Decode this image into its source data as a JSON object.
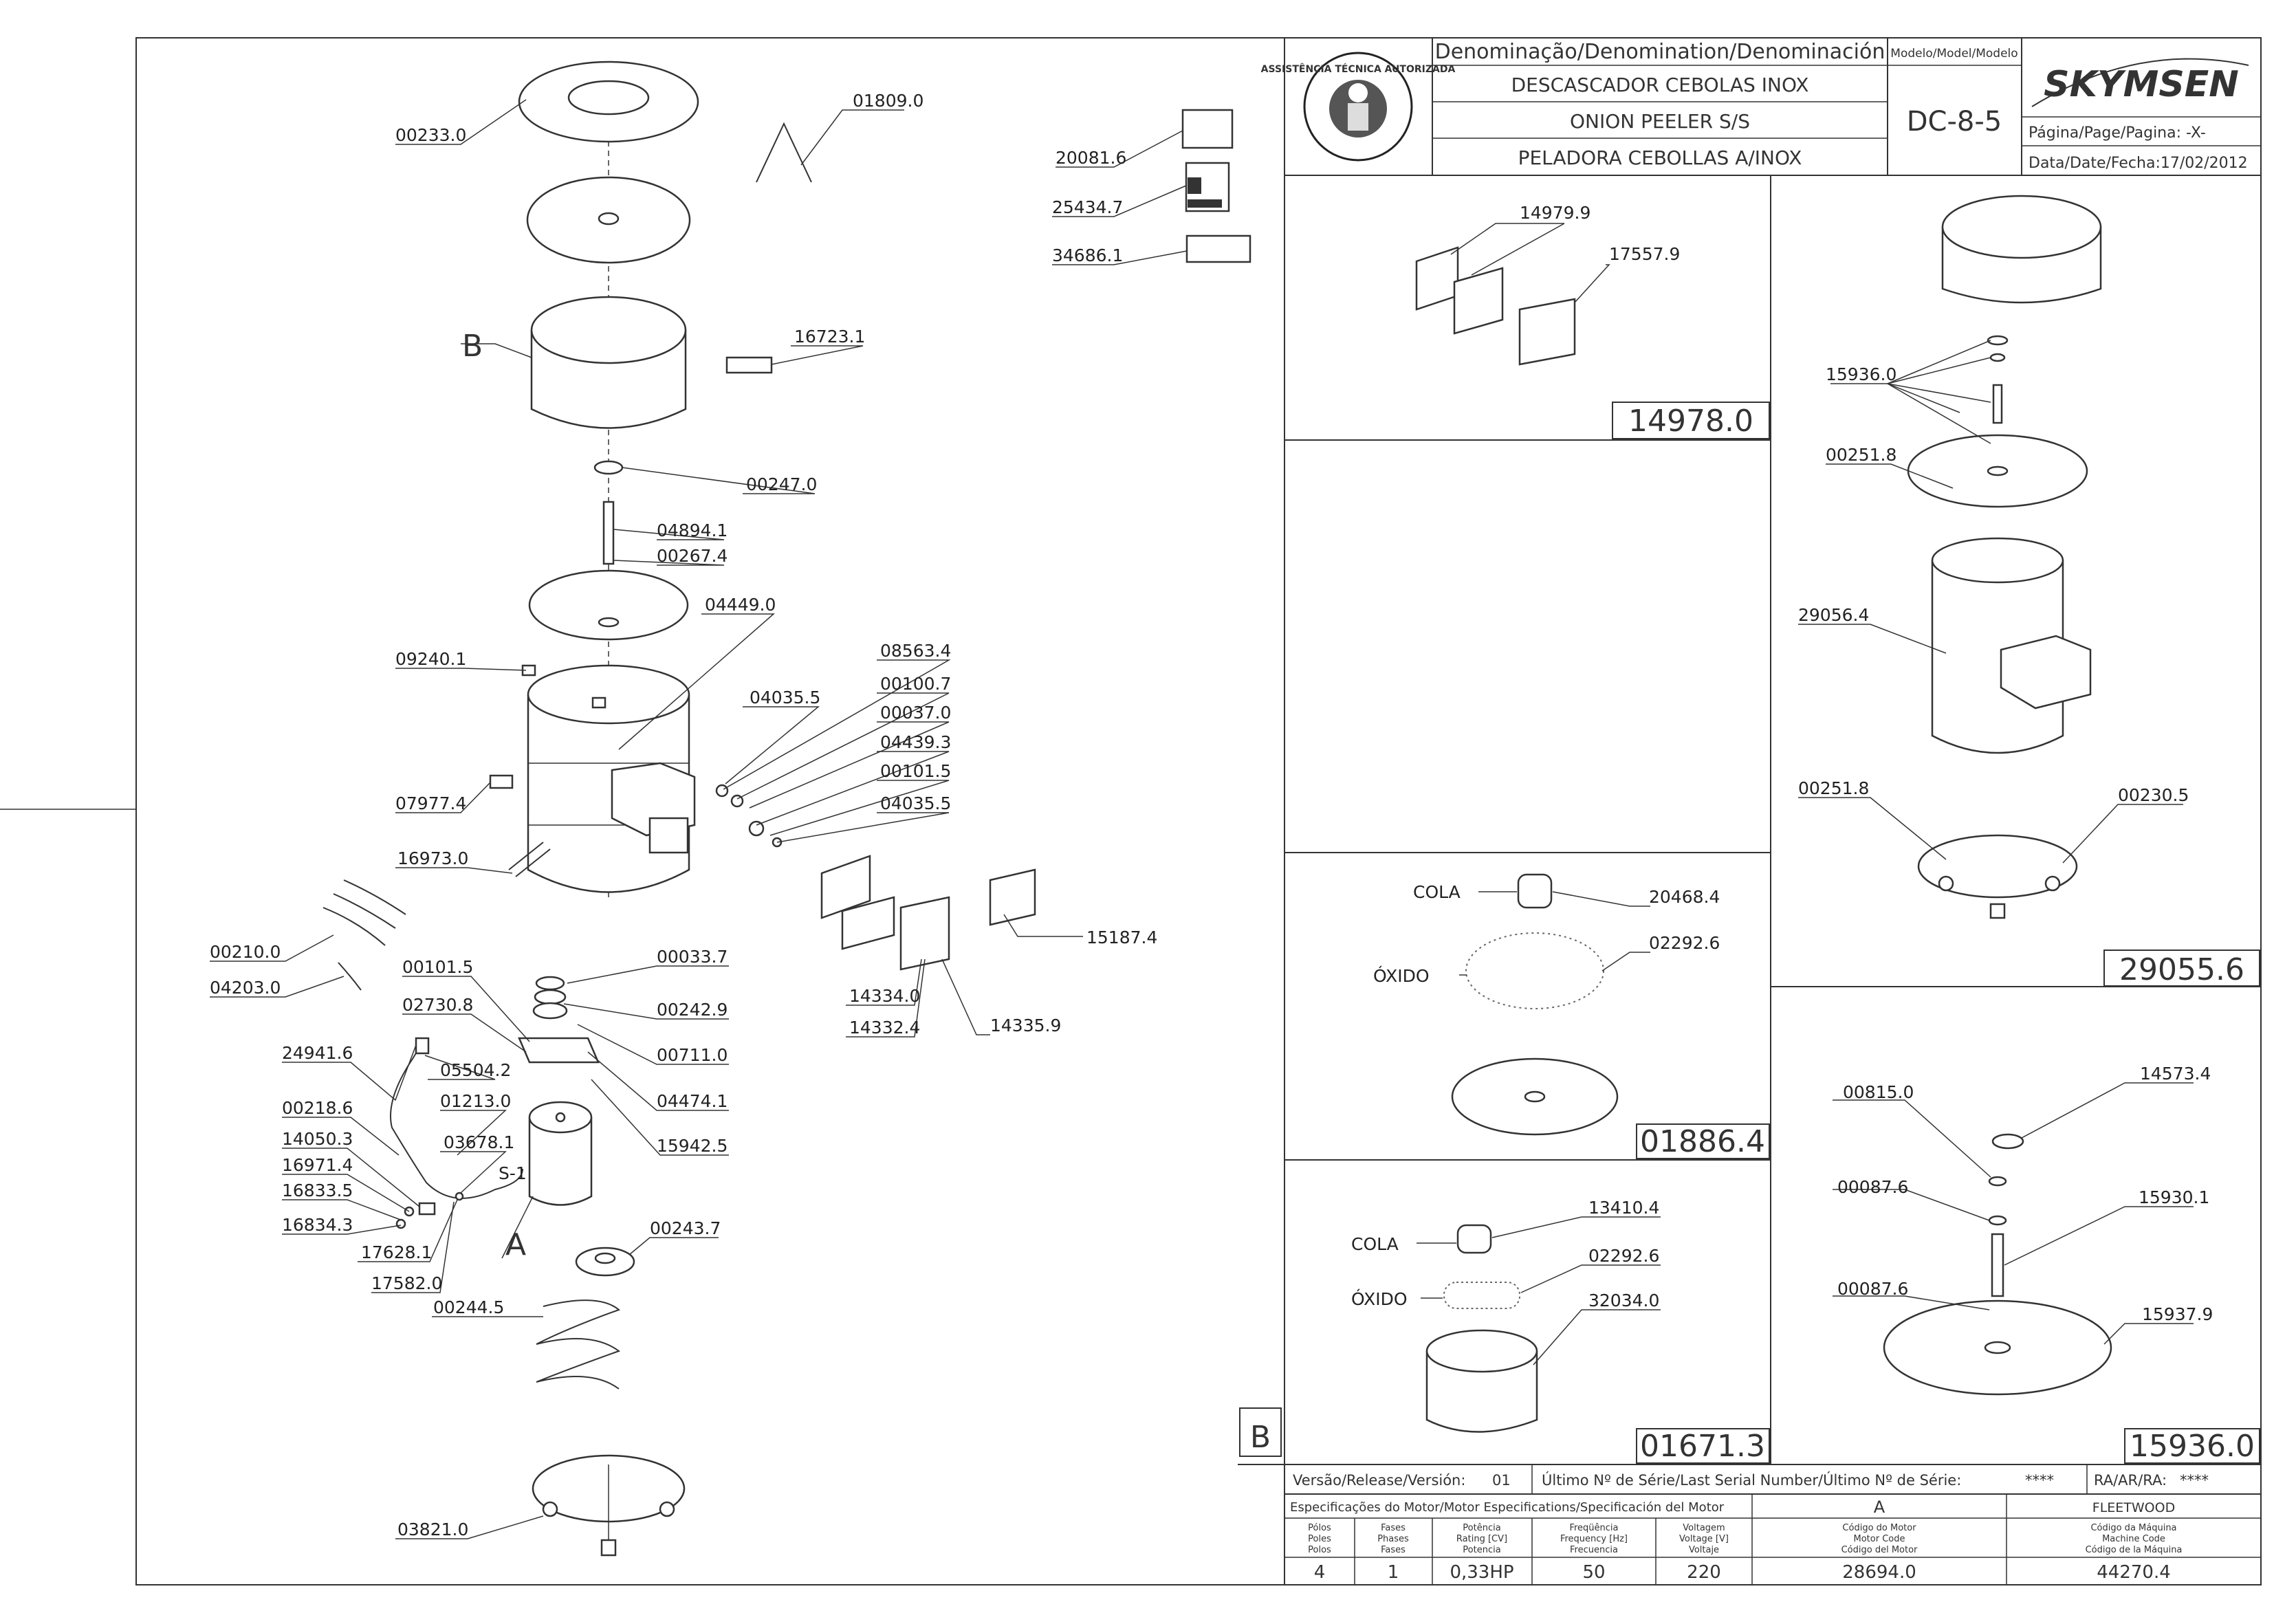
{
  "title_block": {
    "denomination_header": "Denominação/Denomination/Denominación",
    "names": [
      "DESCASCADOR CEBOLAS INOX",
      "ONION PEELER S/S",
      "PELADORA CEBOLLAS A/INOX"
    ],
    "model_header": "Modelo/Model/Modelo",
    "model": "DC-8-5",
    "brand": "SKYMSEN",
    "page_label": "Página/Page/Pagina: -X-",
    "date_label": "Data/Date/Fecha:17/02/2012",
    "seal_text": "ASSISTÊNCIA TÉCNICA AUTORIZADA"
  },
  "main_parts": [
    {
      "code": "00233.0"
    },
    {
      "code": "01809.0"
    },
    {
      "code": "20081.6"
    },
    {
      "code": "25434.7"
    },
    {
      "code": "34686.1"
    },
    {
      "code": "16723.1"
    },
    {
      "code": "00247.0"
    },
    {
      "code": "04894.1"
    },
    {
      "code": "00267.4"
    },
    {
      "code": "04449.0"
    },
    {
      "code": "09240.1"
    },
    {
      "code": "08563.4"
    },
    {
      "code": "04035.5"
    },
    {
      "code": "00100.7"
    },
    {
      "code": "00037.0"
    },
    {
      "code": "04439.3"
    },
    {
      "code": "00101.5"
    },
    {
      "code": "04035.5"
    },
    {
      "code": "07977.4"
    },
    {
      "code": "16973.0"
    },
    {
      "code": "15187.4"
    },
    {
      "code": "00210.0"
    },
    {
      "code": "04203.0"
    },
    {
      "code": "00033.7"
    },
    {
      "code": "00101.5"
    },
    {
      "code": "00242.9"
    },
    {
      "code": "02730.8"
    },
    {
      "code": "00711.0"
    },
    {
      "code": "14334.0"
    },
    {
      "code": "14332.4"
    },
    {
      "code": "14335.9"
    },
    {
      "code": "24941.6"
    },
    {
      "code": "05504.2"
    },
    {
      "code": "04474.1"
    },
    {
      "code": "01213.0"
    },
    {
      "code": "00218.6"
    },
    {
      "code": "03678.1"
    },
    {
      "code": "15942.5"
    },
    {
      "code": "14050.3"
    },
    {
      "code": "16971.4"
    },
    {
      "code": "16833.5"
    },
    {
      "code": "16834.3"
    },
    {
      "code": "17628.1"
    },
    {
      "code": "17582.0"
    },
    {
      "code": "00243.7"
    },
    {
      "code": "00244.5"
    },
    {
      "code": "03821.0"
    }
  ],
  "letters": {
    "b_main": "B",
    "a_main": "A",
    "s1": "S-1",
    "b_box": "B"
  },
  "sub_14978": {
    "title": "14978.0",
    "parts": [
      "14979.9",
      "17557.9"
    ]
  },
  "sub_29055": {
    "title": "29055.6",
    "parts": [
      "15936.0",
      "00251.8",
      "29056.4",
      "00251.8",
      "00230.5"
    ]
  },
  "sub_01886": {
    "title": "01886.4",
    "cola": "COLA",
    "oxido": "ÓXIDO",
    "parts": [
      "20468.4",
      "02292.6"
    ]
  },
  "sub_01671": {
    "title": "01671.3",
    "cola": "COLA",
    "oxido": "ÓXIDO",
    "parts": [
      "13410.4",
      "02292.6",
      "32034.0"
    ]
  },
  "sub_15936": {
    "title": "15936.0",
    "parts": [
      "00815.0",
      "14573.4",
      "00087.6",
      "15930.1",
      "00087.6",
      "15937.9"
    ]
  },
  "bottom_block": {
    "version_label": "Versão/Release/Versión:",
    "version_value": "01",
    "serial_label": "Último Nº de Série/Last Serial Number/Último Nº de Série:",
    "serial_value": "****",
    "ra_label": "RA/AR/RA:",
    "ra_value": "****",
    "motor_spec_label": "Especificações do Motor/Motor Especifications/Specificación del Motor",
    "motor_letter": "A",
    "manufacturer": "FLEETWOOD",
    "headers": [
      [
        "Pólos",
        "Poles",
        "Polos"
      ],
      [
        "Fases",
        "Phases",
        "Fases"
      ],
      [
        "Potência",
        "Rating [CV]",
        "Potencia"
      ],
      [
        "Freqüência",
        "Frequency [Hz]",
        "Frecuencia"
      ],
      [
        "Voltagem",
        "Voltage [V]",
        "Voltaje"
      ],
      [
        "Código do Motor",
        "Motor Code",
        "Código del Motor"
      ],
      [
        "Código da Máquina",
        "Machine Code",
        "Código de la Máquina"
      ]
    ],
    "values": [
      "4",
      "1",
      "0,33HP",
      "50",
      "220",
      "28694.0",
      "44270.4"
    ]
  }
}
